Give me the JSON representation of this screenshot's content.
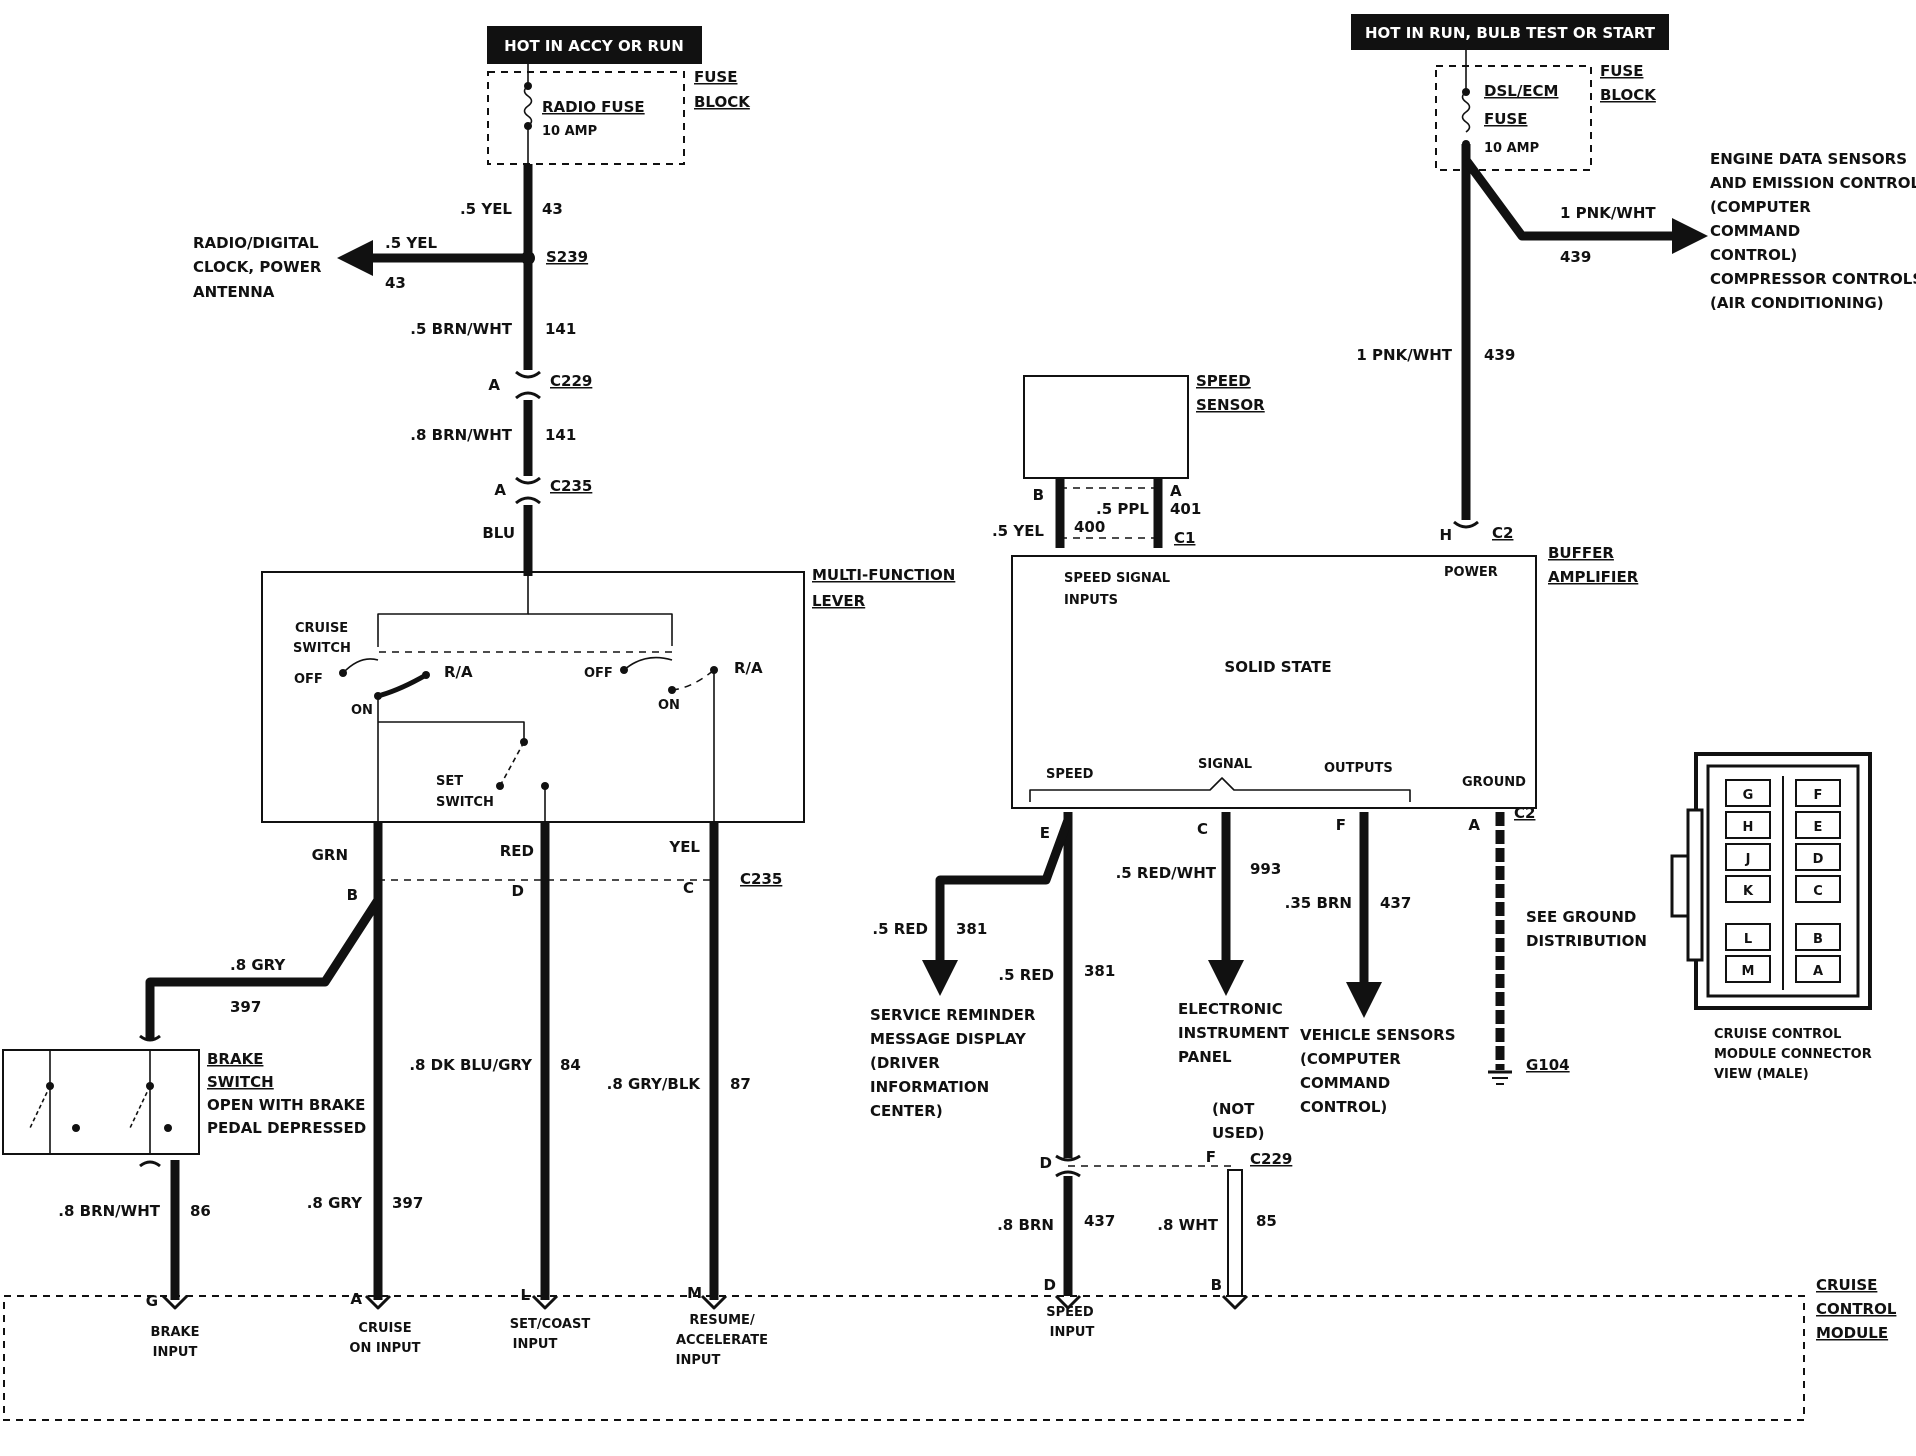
{
  "power": {
    "hot_accy_run": "HOT IN ACCY OR RUN",
    "hot_run_bulb": "HOT IN RUN, BULB TEST OR START"
  },
  "fuse_left": {
    "name": "RADIO FUSE",
    "amp": "10 AMP",
    "block_1": "FUSE",
    "block_2": "BLOCK"
  },
  "fuse_right": {
    "name_1": "DSL/ECM",
    "name_2": "FUSE",
    "amp": "10 AMP",
    "block_1": "FUSE",
    "block_2": "BLOCK"
  },
  "left_chain": {
    "w1_size": ".5 YEL",
    "w1_num": "43",
    "splice": "S239",
    "branch_size": ".5 YEL",
    "branch_num": "43",
    "radio_1": "RADIO/DIGITAL",
    "radio_2": "CLOCK, POWER",
    "radio_3": "ANTENNA",
    "w2_size": ".5 BRN/WHT",
    "w2_num": "141",
    "c229_pin": "A",
    "c229": "C229",
    "w3_size": ".8 BRN/WHT",
    "w3_num": "141",
    "c235_pin": "A",
    "c235": "C235",
    "w4_size": "BLU"
  },
  "mfl": {
    "title_1": "MULTI-FUNCTION",
    "title_2": "LEVER",
    "cruise_1": "CRUISE",
    "cruise_2": "SWITCH",
    "off_1": "OFF",
    "on_1": "ON",
    "ra_1": "R/A",
    "off_2": "OFF",
    "on_2": "ON",
    "ra_2": "R/A",
    "set_1": "SET",
    "set_2": "SWITCH"
  },
  "lower_left": {
    "grn": "GRN",
    "red": "RED",
    "yel": "YEL",
    "pin_b": "B",
    "pin_d": "D",
    "pin_c": "C",
    "c235": "C235",
    "gry_size": ".8 GRY",
    "gry_num": "397",
    "brake_1": "BRAKE",
    "brake_2": "SWITCH",
    "brake_3": "OPEN WITH BRAKE",
    "brake_4": "PEDAL DEPRESSED",
    "brn_size": ".8 BRN/WHT",
    "brn_num": "86",
    "gry2_size": ".8 GRY",
    "gry2_num": "397",
    "dkblu_size": ".8 DK BLU/GRY",
    "dkblu_num": "84",
    "gryblk_size": ".8 GRY/BLK",
    "gryblk_num": "87"
  },
  "speed_sensor": {
    "title_1": "SPEED",
    "title_2": "SENSOR",
    "pin_b": "B",
    "pin_a": "A",
    "ppl_size": ".5 PPL",
    "ppl_num": "401",
    "yel_size": ".5 YEL",
    "yel_num": "400",
    "c1": "C1"
  },
  "buffer": {
    "title_1": "BUFFER",
    "title_2": "AMPLIFIER",
    "speed_signal_1": "SPEED SIGNAL",
    "speed_signal_2": "INPUTS",
    "power": "POWER",
    "solid_state": "SOLID STATE",
    "speed": "SPEED",
    "signal": "SIGNAL",
    "outputs": "OUTPUTS",
    "ground": "GROUND",
    "pin_h": "H",
    "c2_top": "C2",
    "pin_e": "E",
    "pin_c": "C",
    "pin_f": "F",
    "pin_a": "A",
    "c2_bottom": "C2"
  },
  "right_top": {
    "w_size": "1 PNK/WHT",
    "w_num": "439",
    "branch_size": "1 PNK/WHT",
    "branch_num": "439",
    "eng_1": "ENGINE DATA SENSORS",
    "eng_2": "AND EMISSION CONTROLS",
    "eng_3": "(COMPUTER",
    "eng_4": "COMMAND",
    "eng_5": "CONTROL)",
    "eng_6": "COMPRESSOR CONTROLS",
    "eng_7": "(AIR CONDITIONING)"
  },
  "buffer_outputs": {
    "red_branch_size": ".5 RED",
    "red_branch_num": "381",
    "svc_1": "SERVICE REMINDER",
    "svc_2": "MESSAGE DISPLAY",
    "svc_3": "(DRIVER",
    "svc_4": "INFORMATION",
    "svc_5": "CENTER)",
    "red_size": ".5 RED",
    "red_num": "381",
    "redwht_size": ".5 RED/WHT",
    "redwht_num": "993",
    "eip_1": "ELECTRONIC",
    "eip_2": "INSTRUMENT",
    "eip_3": "PANEL",
    "brn_size": ".35 BRN",
    "brn_num": "437",
    "veh_1": "VEHICLE SENSORS",
    "veh_2": "(COMPUTER",
    "veh_3": "COMMAND",
    "veh_4": "CONTROL)",
    "gnd_1": "SEE GROUND",
    "gnd_2": "DISTRIBUTION",
    "g104": "G104",
    "not_used_1": "(NOT",
    "not_used_2": "USED)",
    "c229_pin_d": "D",
    "c229_pin_f": "F",
    "c229": "C229",
    "brn8_size": ".8 BRN",
    "brn8_num": "437",
    "wht_size": ".8 WHT",
    "wht_num": "85",
    "pin_d": "D",
    "pin_b": "B",
    "speed_input_1": "SPEED",
    "speed_input_2": "INPUT"
  },
  "module": {
    "title_1": "CRUISE",
    "title_2": "CONTROL",
    "title_3": "MODULE",
    "pin_g": "G",
    "pin_a": "A",
    "pin_l": "L",
    "pin_m": "M",
    "brake_in_1": "BRAKE",
    "brake_in_2": "INPUT",
    "cruise_in_1": "CRUISE",
    "cruise_in_2": "ON INPUT",
    "set_in_1": "SET/COAST",
    "set_in_2": "INPUT",
    "res_in_1": "RESUME/",
    "res_in_2": "ACCELERATE",
    "res_in_3": "INPUT"
  },
  "connector": {
    "pins_left": [
      "G",
      "H",
      "J",
      "K",
      "L",
      "M"
    ],
    "pins_right": [
      "F",
      "E",
      "D",
      "C",
      "B",
      "A"
    ],
    "caption_1": "CRUISE CONTROL",
    "caption_2": "MODULE CONNECTOR",
    "caption_3": "VIEW (MALE)"
  }
}
